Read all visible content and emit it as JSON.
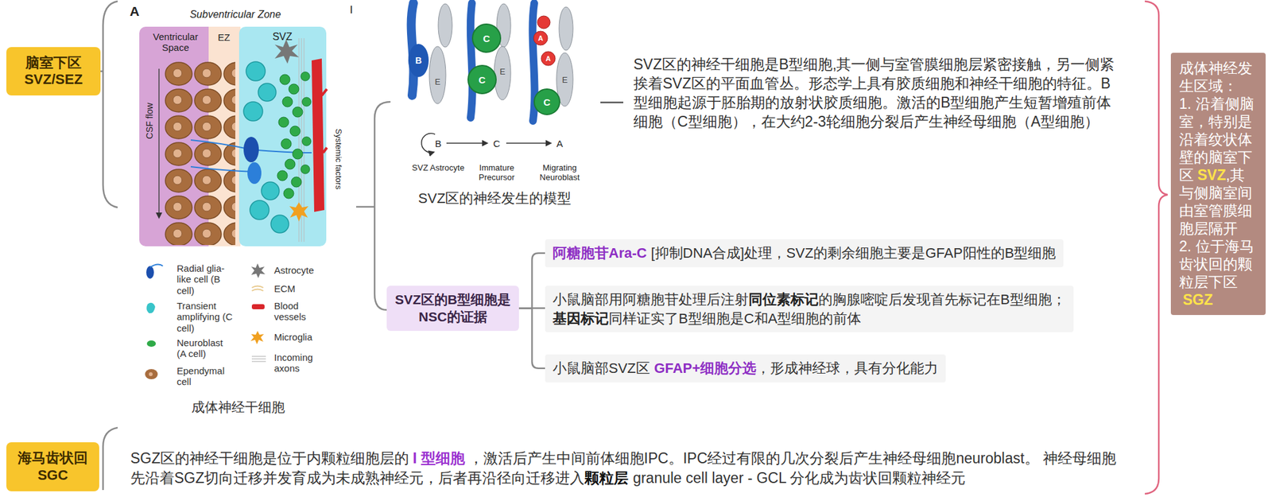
{
  "diagram": {
    "nodes": [
      {
        "text": [
          "脑室下区 SVZ/SEZ"
        ]
      },
      {
        "text": [
          "SVZ区的B型细胞是NSC的证据"
        ]
      },
      {
        "text": [
          "阿糖胞苷Ara-C",
          "[抑制DNA合成]处理，SVZ的剩余细胞主要是GFAP阳性的B型细胞"
        ]
      },
      {
        "text": [
          "小鼠脑部用阿糖胞苷处理后注射",
          "同位素标记",
          "的胸腺嘧啶后发现首先标记在B型细胞；",
          "基因标记",
          "同样证实了B型细胞是C和A型细胞的前体"
        ]
      },
      {
        "text": [
          "小鼠脑部SVZ区",
          "GFAP+细胞分选",
          "，形成神经球，具有分化能力"
        ]
      },
      {
        "text": [
          "成体神经发生区域：",
          "1. 沿着侧脑室，特别是沿着纹状体壁的脑室下区",
          "SVZ",
          ",其与侧脑室间由室管膜细胞层隔开",
          "2. 位于海马齿状回的颗粒层下区",
          "SGZ"
        ]
      },
      {
        "text": [
          "海马齿状回 SGC"
        ]
      }
    ],
    "edges": [
      {
        "from": 1,
        "to": 2,
        "arrow": "none"
      },
      {
        "from": 1,
        "to": 3,
        "arrow": "none"
      },
      {
        "from": 1,
        "to": 4,
        "arrow": "none"
      }
    ],
    "labels": [
      "A",
      "Subventricular Zone",
      "I",
      "Ventricular Space",
      "EZ",
      "SVZ",
      "CSF flow",
      "Systemic factors",
      "成体神经干细胞",
      "B",
      "E",
      "C",
      "C",
      "E",
      "A",
      "A",
      "C",
      "E",
      "B",
      "C",
      "A",
      "SVZ Astrocyte",
      "Immature Precursor",
      "Migrating Neuroblast",
      "SVZ区的神经发生的模型",
      "SVZ区的神经干细胞是B型细胞,其一侧与室管膜细胞层紧密接触，另一侧紧挨着SVZ区的平面血管丛。形态学上具有胶质细胞和神经干细胞的特征。B型细胞起源于胚胎期的放射状胶质细胞。激活的B型细胞产生短暂增殖前体细胞（C型细胞），在大约2-3轮细胞分裂后产生神经母细胞（A型细胞）",
      "SGZ区的神经干细胞是位于内颗粒细胞层的",
      "I 型细胞",
      "，激活后产生中间前体细胞IPC。IPC经过有限的几次分裂后产生神经母细胞neuroblast。 神经母细胞先沿着SGZ切向迁移并发育成为未成熟神经元，后者再沿径向迁移进入",
      "颗粒层",
      "granule cell layer - GCL 分化成为齿状回颗粒神经元"
    ],
    "legend": [
      {
        "text": "Radial glia-like cell (B cell)"
      },
      {
        "text": "Transient amplifying (C cell)"
      },
      {
        "text": "Neuroblast (A cell)"
      },
      {
        "text": "Ependymal cell"
      },
      {
        "text": "Astrocyte"
      },
      {
        "text": "ECM"
      },
      {
        "text": "Blood vessels"
      },
      {
        "text": "Microglia"
      },
      {
        "text": "Incoming axons"
      }
    ]
  }
}
